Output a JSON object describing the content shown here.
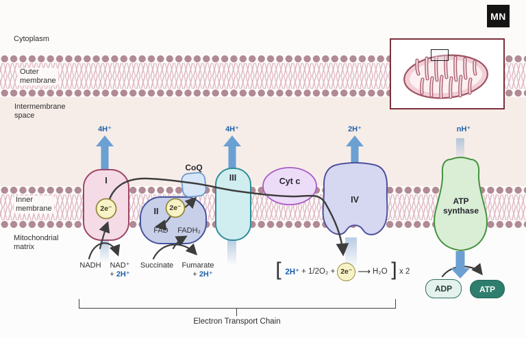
{
  "brand": {
    "logo": "MN"
  },
  "region_labels": {
    "cytoplasm": "Cytoplasm",
    "outer_membrane": "Outer\nmembrane",
    "intermembrane_space": "Intermembrane\nspace",
    "inner_membrane": "Inner\nmembrane",
    "mitochondrial_matrix": "Mitochondrial\nmatrix"
  },
  "proton_labels": {
    "complex1": "4H⁺",
    "complex3": "4H⁺",
    "complex4": "2H⁺",
    "atp_synthase": "nH⁺"
  },
  "complexes": {
    "c1": "I",
    "c2": "II",
    "coq": "CoQ",
    "c3": "III",
    "cytc": "Cyt c",
    "c4": "IV",
    "atp_synthase": "ATP\nsynthase"
  },
  "electron_label": "2e⁻",
  "reactions": {
    "nadh": "NADH",
    "nad": "NAD⁺",
    "plus": "+",
    "h2": "2H⁺",
    "succinate": "Succinate",
    "fumarate": "Fumarate",
    "fad": "FAD",
    "fadh2": "FADH₂"
  },
  "equation": {
    "lbracket": "[",
    "h": "2H⁺",
    "mid": "+ 1/2O₂ +",
    "e": "2e⁻",
    "arrow": "⟶",
    "product": "H₂O",
    "rbracket": "]",
    "multiplier": "x 2"
  },
  "molecules": {
    "adp": "ADP",
    "atp": "ATP"
  },
  "caption": "Electron Transport Chain",
  "colors": {
    "proton_text": "#1d5fa8",
    "arrow_blue": "#6ba0d2",
    "electron_path": "#3d3d3d",
    "complex1_fill": "#f4dbe6",
    "complex1_stroke": "#9d4767",
    "complex2_fill": "#c8cfe9",
    "complex2_stroke": "#45539b",
    "coq_fill": "#d8e7f8",
    "coq_stroke": "#6d99cb",
    "complex3_fill": "#d0edef",
    "complex3_stroke": "#2f8d99",
    "cytc_fill": "#eddcf8",
    "cytc_stroke": "#a75ac6",
    "complex4_fill": "#d6d7f1",
    "complex4_stroke": "#4d519c",
    "atp_synthase_fill": "#d9eed5",
    "atp_synthase_stroke": "#43913f",
    "electron_fill": "#f8f3c6",
    "electron_stroke": "#94883b",
    "membrane_head": "#b08a95",
    "membrane_tail": "#d8abba",
    "ims_bg": "#f6ede8",
    "adp_fill": "#e4f1ed",
    "adp_stroke": "#2a6e60",
    "atp_fill": "#2e7d6d",
    "inset_border": "#7b2e3a",
    "logo_bg": "#141414"
  }
}
